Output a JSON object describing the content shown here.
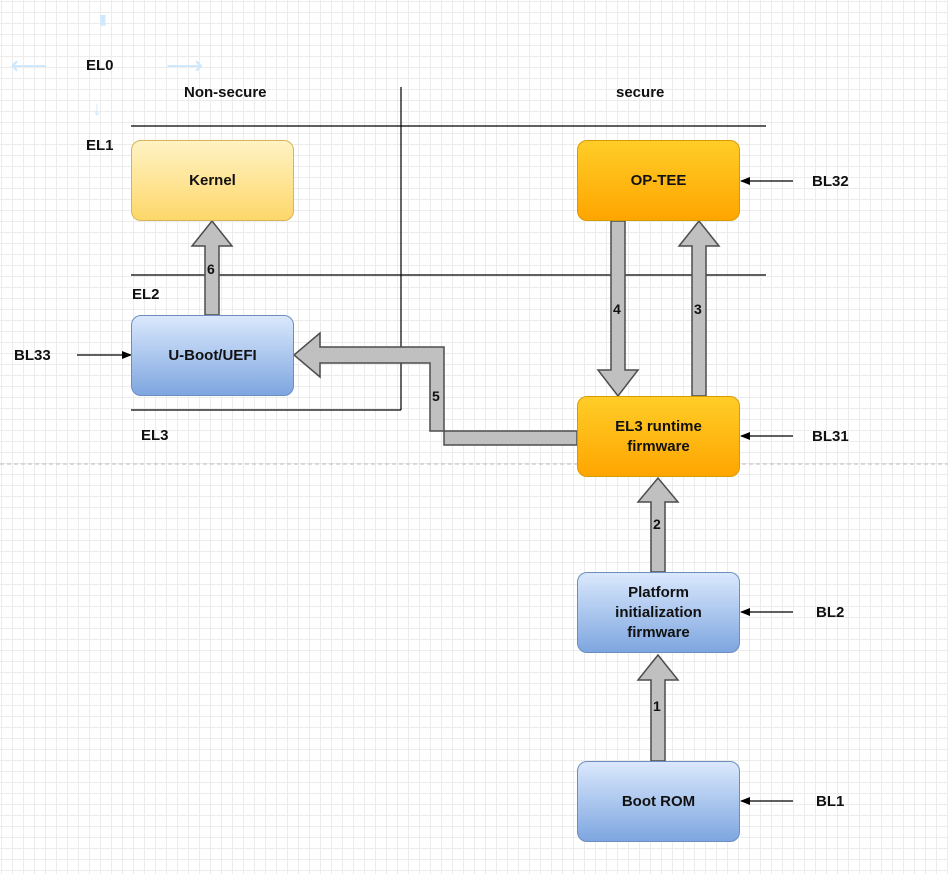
{
  "labels": {
    "el0": "EL0",
    "el1": "EL1",
    "el2": "EL2",
    "el3": "EL3",
    "non_secure": "Non-secure",
    "secure": "secure"
  },
  "boxes": {
    "kernel": "Kernel",
    "optee": "OP-TEE",
    "uboot": "U-Boot/UEFI",
    "el3fw": "EL3 runtime firmware",
    "platform": "Platform initialization firmware",
    "bootrom": "Boot ROM"
  },
  "bl_labels": {
    "bl32": "BL32",
    "bl33": "BL33",
    "bl31": "BL31",
    "bl2": "BL2",
    "bl1": "BL1"
  },
  "steps": [
    "1",
    "2",
    "3",
    "4",
    "5",
    "6"
  ],
  "colors": {
    "arrow_fill": "#c0c0c0",
    "arrow_stroke": "#4d4d4d",
    "yellow": "#fdd76a",
    "orange": "#ffa500",
    "blue": "#7ea6e0"
  }
}
